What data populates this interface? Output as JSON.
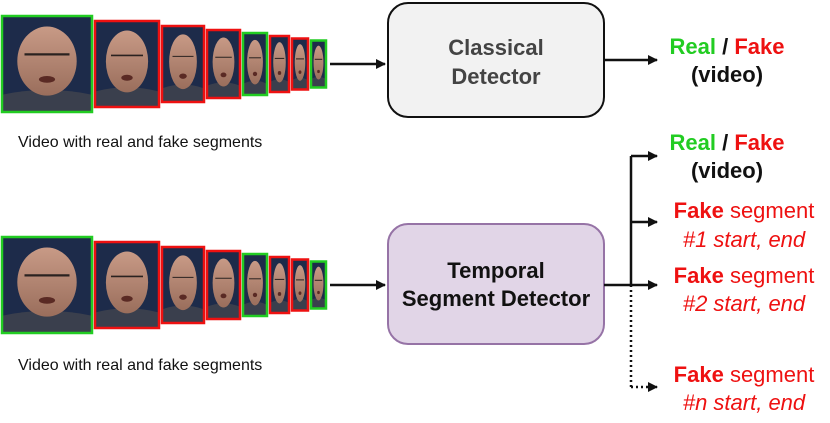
{
  "colors": {
    "real": "#22cc22",
    "fake": "#ee1111",
    "text": "#111111",
    "classical_box_fill": "#f2f2f2",
    "classical_box_stroke": "#111111",
    "temporal_box_fill": "#e1d5e7",
    "temporal_box_stroke": "#9673a6"
  },
  "top": {
    "caption": "Video with real and fake segments",
    "frame_borders": [
      "real",
      "fake",
      "fake",
      "fake",
      "real",
      "fake",
      "fake",
      "real"
    ],
    "detector": {
      "line1": "Classical",
      "line2": "Detector"
    },
    "output": {
      "real": "Real",
      "sep": " / ",
      "fake": "Fake",
      "sub": "(video)"
    }
  },
  "bottom": {
    "caption": "Video with real and fake segments",
    "frame_borders": [
      "real",
      "fake",
      "fake",
      "fake",
      "real",
      "fake",
      "fake",
      "real"
    ],
    "detector": {
      "line1": "Temporal",
      "line2": "Segment Detector"
    },
    "outputs": {
      "video": {
        "real": "Real",
        "sep": " / ",
        "fake": "Fake",
        "sub": "(video)"
      },
      "segments": [
        {
          "fake": "Fake",
          "word": " segment",
          "sub": "#1 start, end"
        },
        {
          "fake": "Fake",
          "word": " segment",
          "sub": "#2 start, end"
        },
        {
          "fake": "Fake",
          "word": " segment",
          "sub": "#n start, end"
        }
      ]
    }
  }
}
